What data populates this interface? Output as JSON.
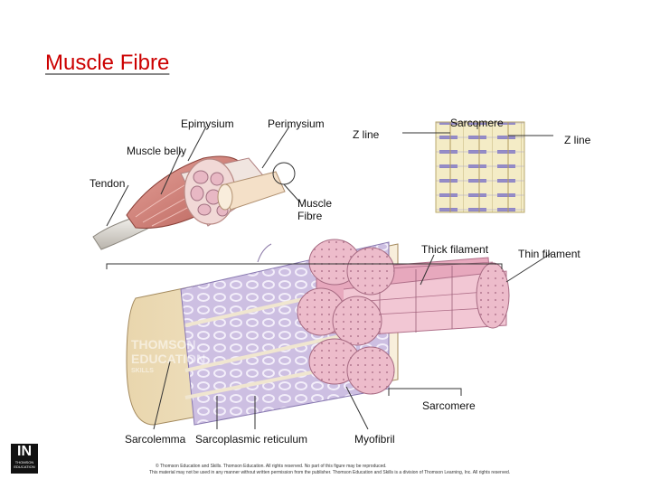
{
  "title": "Muscle Fibre",
  "labels": {
    "epimysium": "Epimysium",
    "perimysium": "Perimysium",
    "z_line_left": "Z line",
    "sarcomere_top": "Sarcomere",
    "z_line_right": "Z line",
    "muscle_belly": "Muscle belly",
    "tendon": "Tendon",
    "muscle_fibre_1": "Muscle",
    "muscle_fibre_2": "Fibre",
    "thick_filament": "Thick filament",
    "thin_filament": "Thin filament",
    "sarcomere_bottom": "Sarcomere",
    "sarcolemma": "Sarcolemma",
    "sarcoplasmic_reticulum": "Sarcoplasmic reticulum",
    "myofibril": "Myofibril"
  },
  "watermark": [
    "THOMSON",
    "EDUCATION",
    "SKILLS"
  ],
  "copyright": [
    "© Thomson Education and Skills. Thomson Education. All rights reserved. No part of this figure may be reproduced.",
    "This material may not be used in any manner without written permission from the publisher. Thomson Education and Skills is a division of Thomson Learning, Inc. All rights reserved."
  ],
  "logo_text": "THOMSON EDUCATION",
  "colors": {
    "title": "#cc0000",
    "muscle": "#d98c86",
    "fibre": "#e9b6c4",
    "reticulum": "#c9b8e0",
    "sarcolemma": "#f1e2c2",
    "tendon": "#e8e4dc"
  }
}
